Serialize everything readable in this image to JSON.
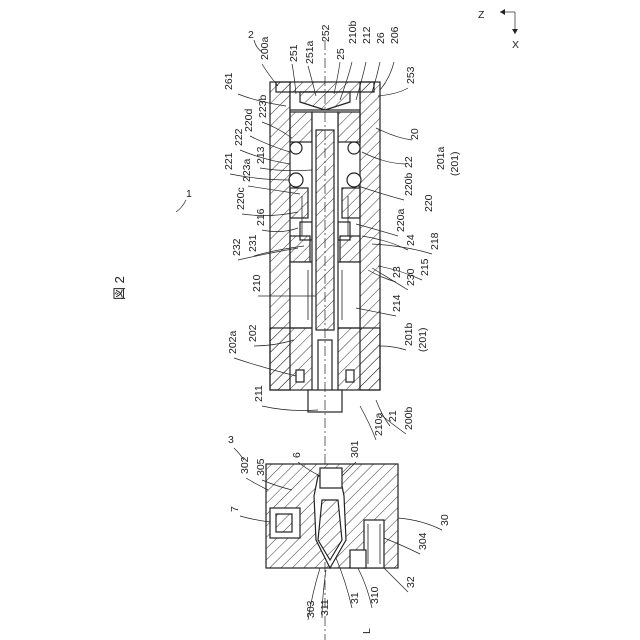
{
  "figure": {
    "title": "図 2",
    "axes": {
      "z": "Z",
      "x": "X"
    },
    "assembly_labels": {
      "device": "1",
      "upper_unit": "2",
      "lower_unit": "3"
    },
    "labels": {
      "l200a": "200a",
      "l251": "251",
      "l251a": "251a",
      "l252": "252",
      "l25": "25",
      "l210b": "210b",
      "l212": "212",
      "l26": "26",
      "l206": "206",
      "l253": "253",
      "l261": "261",
      "l223b": "223b",
      "l220d": "220d",
      "l222": "222",
      "l20": "20",
      "l213": "213",
      "l22": "22",
      "l201a": "201a",
      "l201a_paren": "(201)",
      "l221": "221",
      "l223a": "223a",
      "l220b": "220b",
      "l220": "220",
      "l220c": "220c",
      "l220a": "220a",
      "l216": "216",
      "l24": "24",
      "l218": "218",
      "l232": "232",
      "l231": "231",
      "l230": "230",
      "l215": "215",
      "l23": "23",
      "l210": "210",
      "l214": "214",
      "l202a": "202a",
      "l202": "202",
      "l201b": "201b",
      "l201b_paren": "(201)",
      "l211": "211",
      "l200b": "200b",
      "l21": "21",
      "l210a": "210a",
      "l305": "305",
      "l302": "302",
      "l6": "6",
      "l301": "301",
      "l7": "7",
      "l30": "30",
      "l304": "304",
      "l32": "32",
      "l310": "310",
      "l31": "31",
      "l311": "311",
      "l303": "303",
      "lL": "L"
    }
  }
}
